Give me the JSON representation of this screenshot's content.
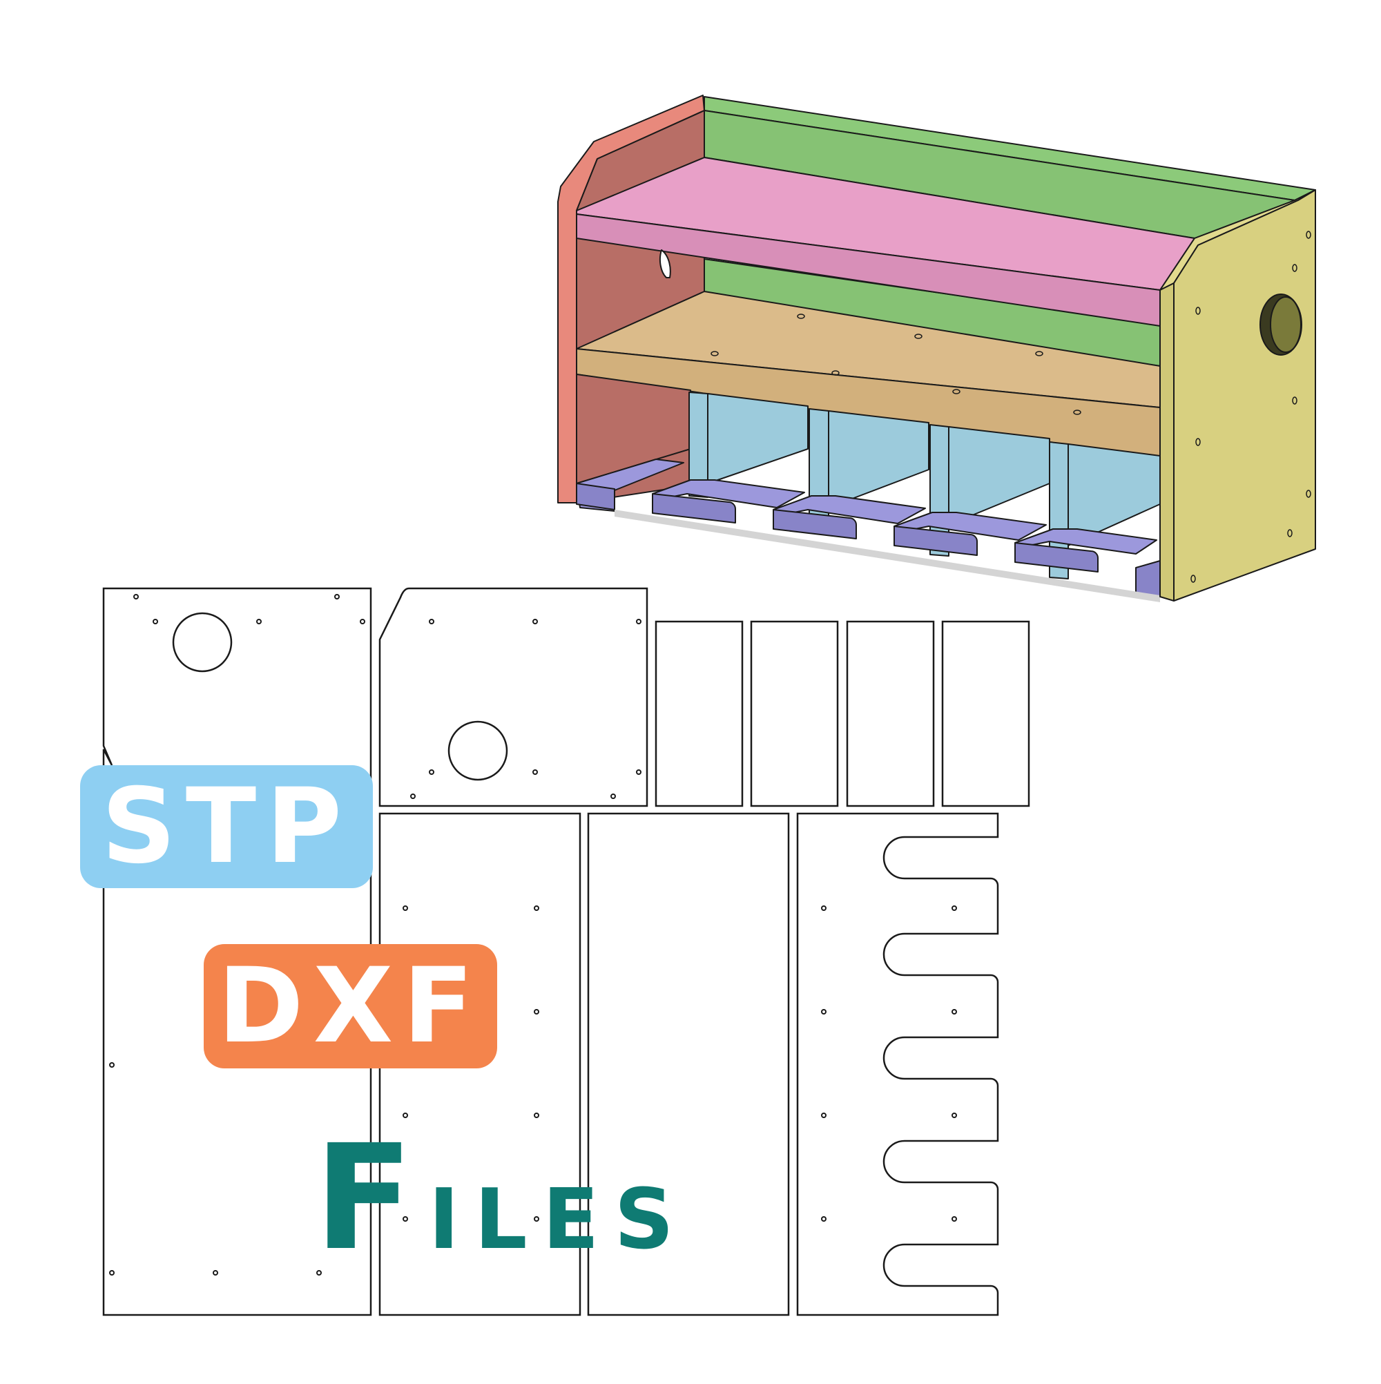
{
  "badges": {
    "stp": "STP",
    "dxf": "DXF",
    "files_first": "F",
    "files_rest": "ILES"
  },
  "colors": {
    "stp_badge": "#8ecff2",
    "dxf_badge": "#f4844c",
    "files_text": "#0f7b73",
    "side_left": "#e8897c",
    "back_panel": "#8cca7a",
    "top_shelf": "#e8a0c8",
    "bottom_shelf": "#dbbb8a",
    "dividers": "#9ccbdc",
    "feet": "#9c98dc",
    "side_right": "#d8d080",
    "outline": "#1a1a1a"
  },
  "icons": {
    "model": "shelf-3d-model-icon",
    "cut_sheet": "dxf-cut-layout-icon"
  }
}
